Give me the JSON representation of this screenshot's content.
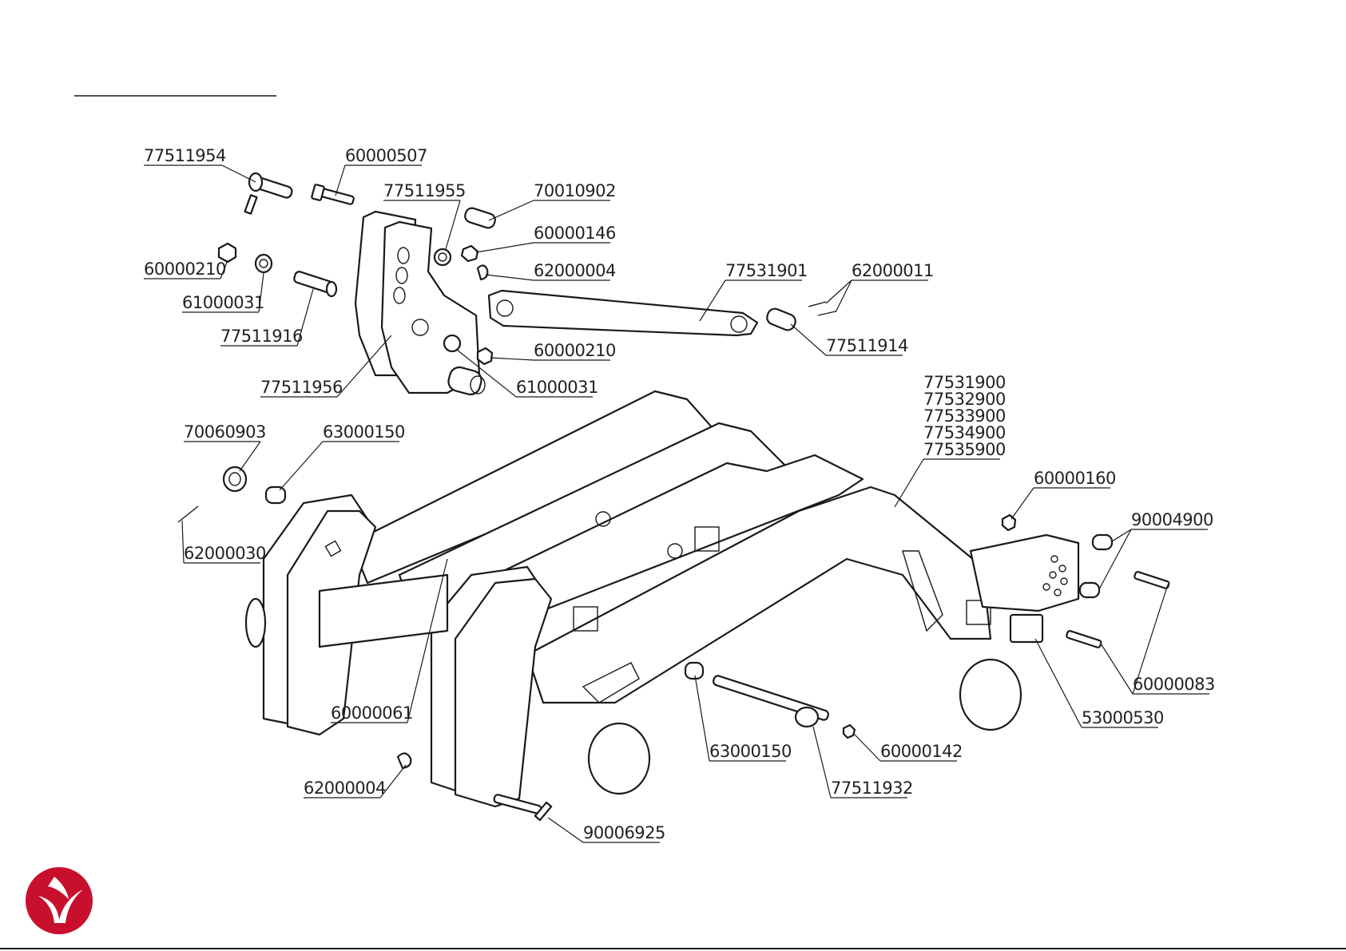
{
  "document": {
    "header_rule": "",
    "brand": {
      "accent_color": "#c8102e",
      "logo_icon": "leaf-bird-logo"
    }
  },
  "callouts": {
    "c1": "77511954",
    "c2": "60000507",
    "c3": "77511955",
    "c4": "70010902",
    "c5": "60000146",
    "c6": "60000210",
    "c7": "62000004",
    "c8": "77531901",
    "c9": "62000011",
    "c10": "61000031",
    "c11": "77511916",
    "c12": "77511914",
    "c13": "60000210",
    "c14": "77511956",
    "c15": "61000031",
    "c16": "77531900",
    "c17": "77532900",
    "c18": "77533900",
    "c19": "77534900",
    "c20": "77535900",
    "c21": "70060903",
    "c22": "63000150",
    "c23": "60000160",
    "c24": "90004900",
    "c25": "62000030",
    "c26": "60000083",
    "c27": "60000061",
    "c28": "53000530",
    "c29": "63000150",
    "c30": "60000142",
    "c31": "62000004",
    "c32": "77511932",
    "c33": "90006925"
  }
}
